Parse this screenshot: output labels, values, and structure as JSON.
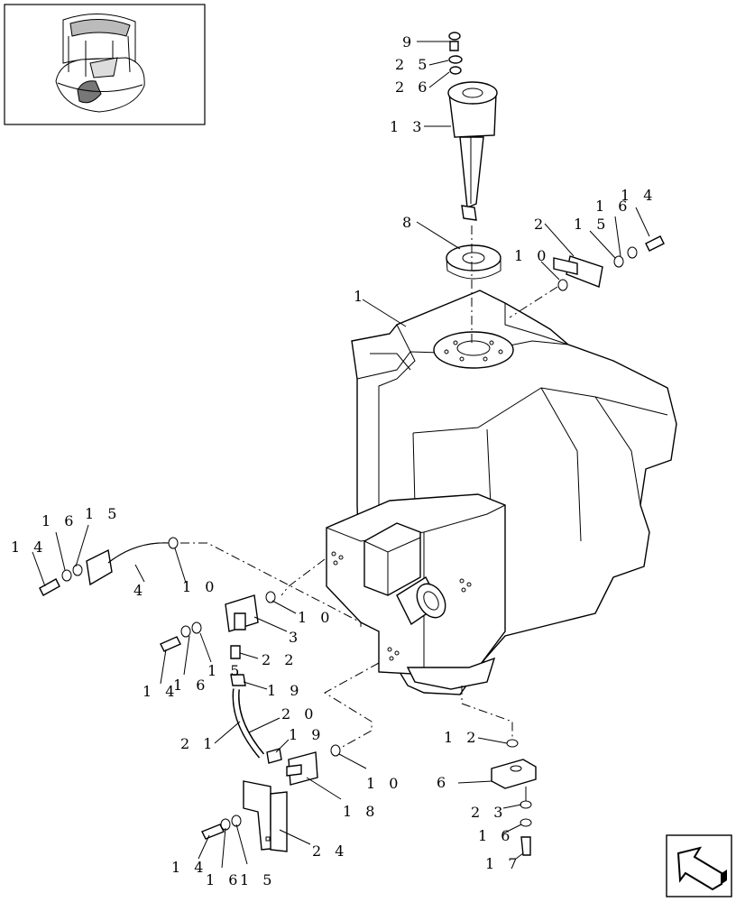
{
  "thumbnail": {
    "icon": "fuel-tank-location-thumbnail"
  },
  "nav": {
    "icon": "next-page-arrow-icon"
  },
  "callouts": {
    "c9": "9",
    "c25a": "2 5",
    "c26": "2 6",
    "c13": "1 3",
    "c8": "8",
    "c2": "2",
    "c16a": "1 6",
    "c14a": "1 4",
    "c15a": "1 5",
    "c10a": "1 0",
    "c1": "1",
    "c16b": "1 6",
    "c15b": "1 5",
    "c14b": "1 4",
    "c4": "4",
    "c10b": "1 0",
    "c10c": "1 0",
    "c3": "3",
    "c14c": "1 4",
    "c16c": "1 6",
    "c15c": "1 5",
    "c22": "2 2",
    "c19a": "1 9",
    "c20": "2 0",
    "c21": "2 1",
    "c19b": "1 9",
    "c10d": "1 0",
    "c18": "1 8",
    "c24": "2 4",
    "c14d": "1 4",
    "c16d": "1 6",
    "c15d": "1 5",
    "c12": "1 2",
    "c6": "6",
    "c23": "2 3",
    "c16e": "1 6",
    "c17": "1 7"
  }
}
